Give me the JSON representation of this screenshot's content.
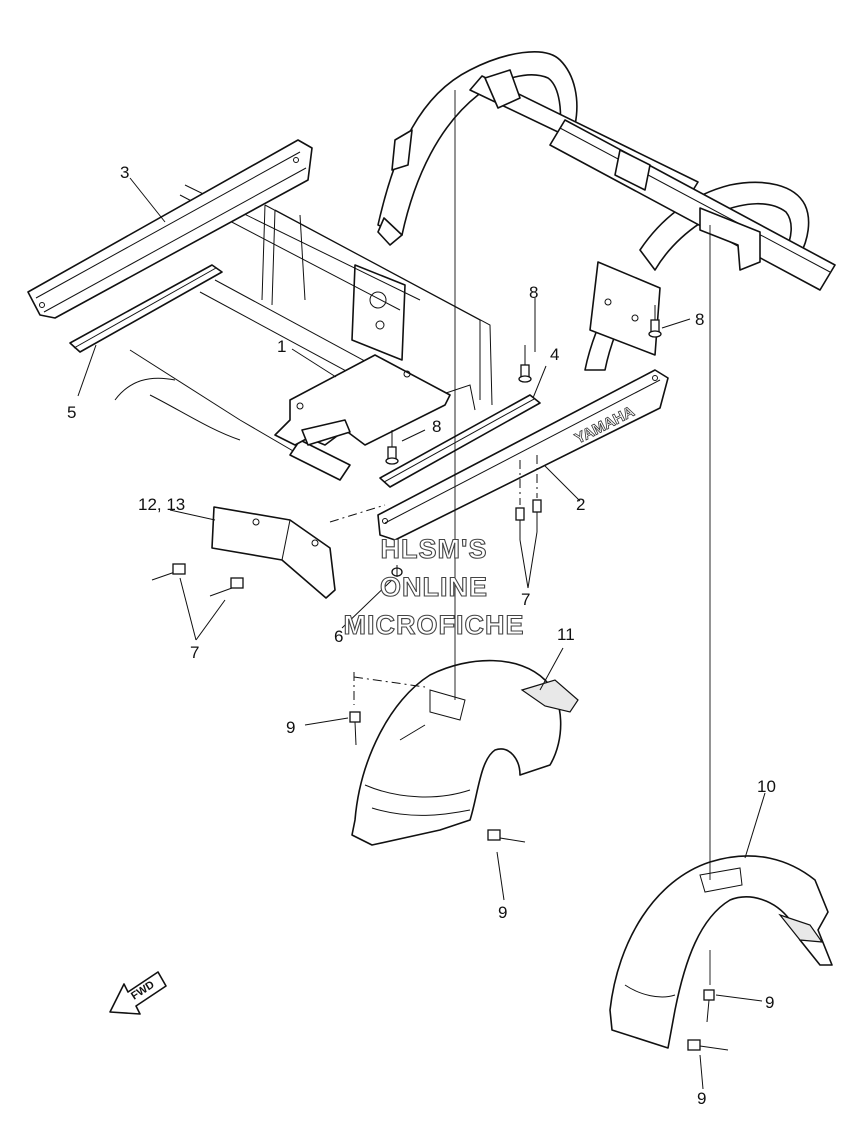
{
  "labels": {
    "l1": "1",
    "l2": "2",
    "l3": "3",
    "l4": "4",
    "l5": "5",
    "l6": "6",
    "l7a": "7",
    "l7b": "7",
    "l8a": "8",
    "l8b": "8",
    "l8c": "8",
    "l9a": "9",
    "l9b": "9",
    "l9c": "9",
    "l9d": "9",
    "l10": "10",
    "l11": "11",
    "l1213": "12, 13"
  },
  "brand_text": "YAMAHA",
  "fwd_text": "FWD",
  "watermark": [
    "HLSM'S",
    "ONLINE",
    "MICROFICHE"
  ]
}
